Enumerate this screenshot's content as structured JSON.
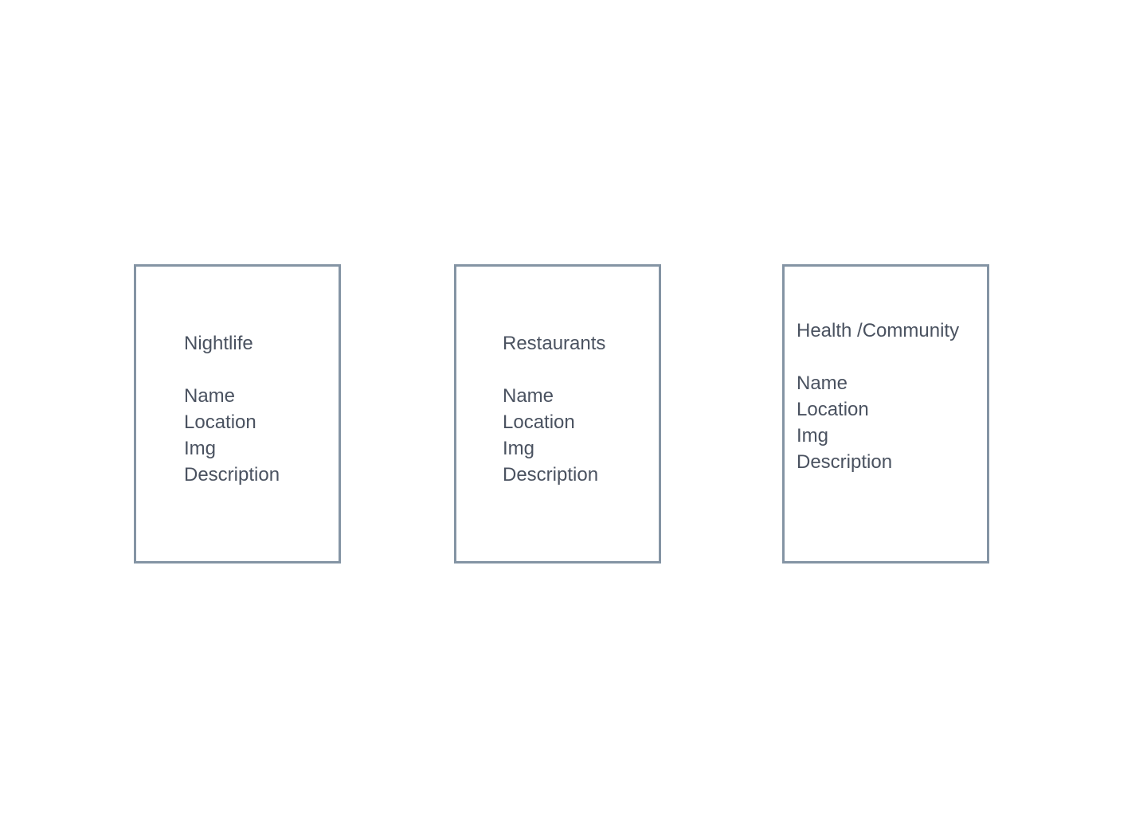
{
  "cards": [
    {
      "title": "Nightlife",
      "fields": [
        "Name",
        "Location",
        "Img",
        "Description"
      ]
    },
    {
      "title": "Restaurants",
      "fields": [
        "Name",
        "Location",
        "Img",
        "Description"
      ]
    },
    {
      "title": "Health /Community",
      "fields": [
        "Name",
        "Location",
        "Img",
        "Description"
      ]
    }
  ],
  "colors": {
    "border": "#8494a4",
    "text": "#4a5260",
    "background": "#ffffff"
  }
}
